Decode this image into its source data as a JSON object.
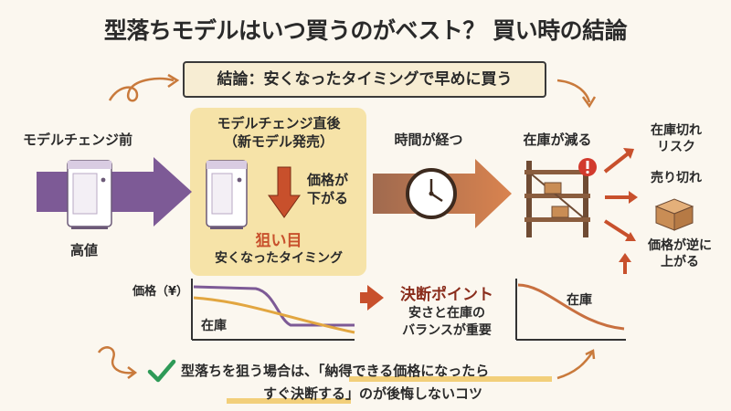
{
  "title": "型落ちモデルはいつ買うのがベスト？ 買い時の結論",
  "conclusion_banner": "結論：安くなったタイミングで早めに買う",
  "stages": {
    "before": {
      "label": "モデルチェンジ前",
      "price_label": "高値"
    },
    "after": {
      "label_line1": "モデルチェンジ直後",
      "label_line2": "（新モデル発売）",
      "drop_line1": "価格が",
      "drop_line2": "下がる",
      "target_label": "狙い目",
      "target_sub": "安くなったタイミング"
    },
    "time": {
      "label": "時間が経つ"
    },
    "stock": {
      "label": "在庫が減る"
    },
    "risks": [
      {
        "line1": "在庫切れ",
        "line2": "リスク"
      },
      {
        "line1": "売り切れ",
        "line2": ""
      },
      {
        "line1": "価格が逆に",
        "line2": "上がる"
      }
    ]
  },
  "price_chart": {
    "price_label": "価格（¥）",
    "stock_label": "在庫"
  },
  "decision_point": {
    "title": "決断ポイント",
    "line1": "安さと在庫の",
    "line2": "バランスが重要"
  },
  "stock_chart": {
    "label": "在庫"
  },
  "tip": {
    "line1": "型落ちを狙う場合は、「納得できる価格になったら",
    "line2": "すぐ決断する」のが後悔しないコツ"
  },
  "colors": {
    "purple": "#7d5a96",
    "brown": "#b9683f",
    "orange": "#d9804e",
    "red": "#c8502c",
    "green": "#2e9a57",
    "yellow": "#f6e3a8",
    "banner": "#f7edd3"
  }
}
